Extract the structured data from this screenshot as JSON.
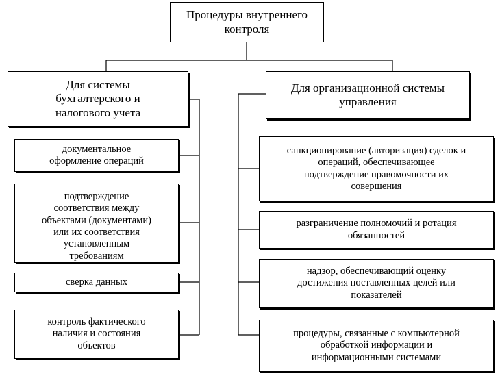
{
  "root": {
    "label": "Процедуры внутреннего\nконтроля"
  },
  "left": {
    "title": "Для системы\nбухгалтерского и\nналогового учета",
    "items": [
      "документальное\nоформление операций",
      "подтверждение\nсоответствия между\nобъектами (документами)\nили их соответствия\nустановленным\nтребованиям",
      "сверка данных",
      "контроль фактического\nналичия и состояния\nобъектов"
    ]
  },
  "right": {
    "title": "Для организационной системы\nуправления",
    "items": [
      "санкционирование (авторизация) сделок и\nопераций, обеспечивающее\nподтверждение правомочности их\nсовершения",
      "разграничение полномочий и ротация\nобязанностей",
      "надзор, обеспечивающий оценку\nдостижения поставленных целей или\nпоказателей",
      "процедуры, связанные с компьютерной\nобработкой информации и\nинформационными системами"
    ]
  }
}
